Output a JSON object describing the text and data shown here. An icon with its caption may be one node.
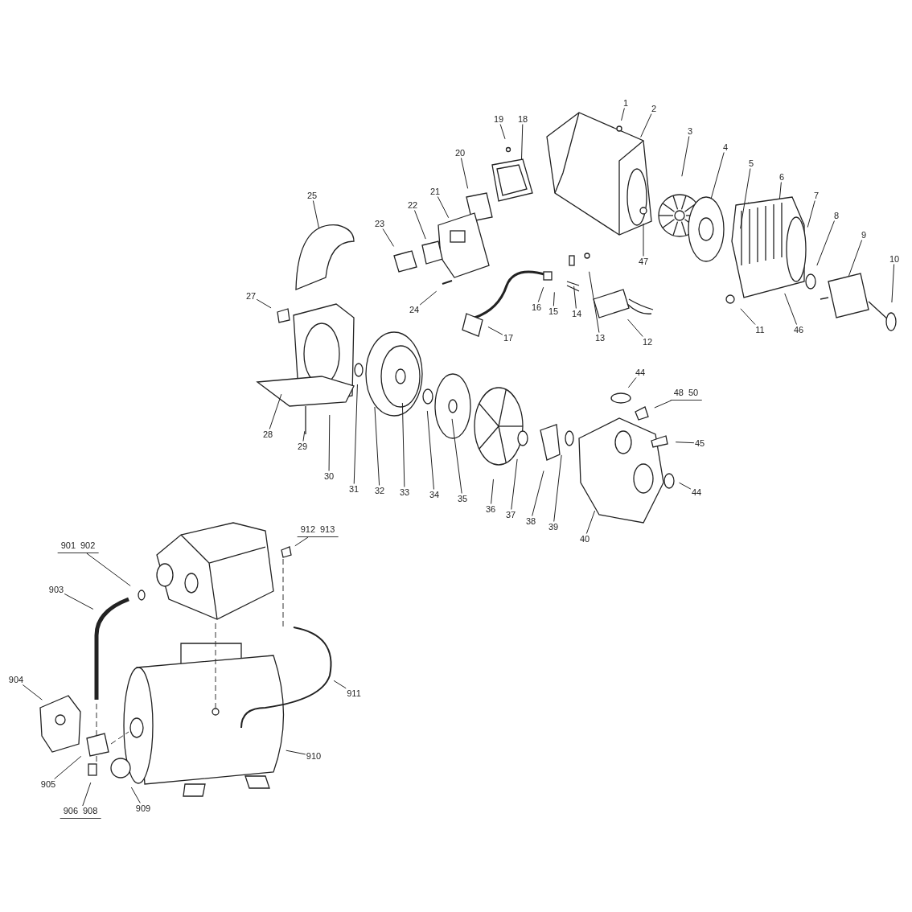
{
  "diagram": {
    "nodes": [
      {
        "text": [
          "1"
        ]
      },
      {
        "text": [
          "2"
        ]
      },
      {
        "text": [
          "3"
        ]
      },
      {
        "text": [
          "4"
        ]
      },
      {
        "text": [
          "5"
        ]
      },
      {
        "text": [
          "6"
        ]
      },
      {
        "text": [
          "7"
        ]
      },
      {
        "text": [
          "8"
        ]
      },
      {
        "text": [
          "9"
        ]
      },
      {
        "text": [
          "10"
        ]
      },
      {
        "text": [
          "11"
        ]
      },
      {
        "text": [
          "12"
        ]
      },
      {
        "text": [
          "13"
        ]
      },
      {
        "text": [
          "14"
        ]
      },
      {
        "text": [
          "15"
        ]
      },
      {
        "text": [
          "16"
        ]
      },
      {
        "text": [
          "17"
        ]
      },
      {
        "text": [
          "18"
        ]
      },
      {
        "text": [
          "19"
        ]
      },
      {
        "text": [
          "20"
        ]
      },
      {
        "text": [
          "21"
        ]
      },
      {
        "text": [
          "22"
        ]
      },
      {
        "text": [
          "23"
        ]
      },
      {
        "text": [
          "24"
        ]
      },
      {
        "text": [
          "25"
        ]
      },
      {
        "text": [
          "27"
        ]
      },
      {
        "text": [
          "28"
        ]
      },
      {
        "text": [
          "29"
        ]
      },
      {
        "text": [
          "30"
        ]
      },
      {
        "text": [
          "31"
        ]
      },
      {
        "text": [
          "32"
        ]
      },
      {
        "text": [
          "33"
        ]
      },
      {
        "text": [
          "34"
        ]
      },
      {
        "text": [
          "35"
        ]
      },
      {
        "text": [
          "36"
        ]
      },
      {
        "text": [
          "37"
        ]
      },
      {
        "text": [
          "38"
        ]
      },
      {
        "text": [
          "39"
        ]
      },
      {
        "text": [
          "40"
        ]
      },
      {
        "text": [
          "44"
        ]
      },
      {
        "text": [
          "48",
          "50"
        ]
      },
      {
        "text": [
          "45"
        ]
      },
      {
        "text": [
          "44"
        ]
      },
      {
        "text": [
          "46"
        ]
      },
      {
        "text": [
          "47"
        ]
      },
      {
        "text": [
          "901",
          "902"
        ]
      },
      {
        "text": [
          "903"
        ]
      },
      {
        "text": [
          "904"
        ]
      },
      {
        "text": [
          "905"
        ]
      },
      {
        "text": [
          "906",
          "908"
        ]
      },
      {
        "text": [
          "909"
        ]
      },
      {
        "text": [
          "910"
        ]
      },
      {
        "text": [
          "911"
        ]
      },
      {
        "text": [
          "912",
          "913"
        ]
      }
    ],
    "edges": [
      {
        "from": 0,
        "to": null,
        "arrow": "none"
      },
      {
        "from": 1,
        "to": null,
        "arrow": "none"
      },
      {
        "from": 2,
        "to": null,
        "arrow": "none"
      },
      {
        "from": 3,
        "to": null,
        "arrow": "none"
      },
      {
        "from": 4,
        "to": null,
        "arrow": "none"
      },
      {
        "from": 5,
        "to": null,
        "arrow": "none"
      },
      {
        "from": 6,
        "to": null,
        "arrow": "none"
      },
      {
        "from": 7,
        "to": null,
        "arrow": "none"
      },
      {
        "from": 8,
        "to": null,
        "arrow": "none"
      },
      {
        "from": 9,
        "to": null,
        "arrow": "none"
      },
      {
        "from": 10,
        "to": null,
        "arrow": "none"
      },
      {
        "from": 11,
        "to": null,
        "arrow": "none"
      },
      {
        "from": 12,
        "to": null,
        "arrow": "none"
      },
      {
        "from": 13,
        "to": null,
        "arrow": "none"
      },
      {
        "from": 14,
        "to": null,
        "arrow": "none"
      },
      {
        "from": 15,
        "to": null,
        "arrow": "none"
      },
      {
        "from": 16,
        "to": null,
        "arrow": "none"
      },
      {
        "from": 17,
        "to": null,
        "arrow": "none"
      },
      {
        "from": 18,
        "to": null,
        "arrow": "none"
      },
      {
        "from": 19,
        "to": null,
        "arrow": "none"
      },
      {
        "from": 20,
        "to": null,
        "arrow": "none"
      },
      {
        "from": 21,
        "to": null,
        "arrow": "none"
      },
      {
        "from": 22,
        "to": null,
        "arrow": "none"
      },
      {
        "from": 23,
        "to": null,
        "arrow": "none"
      },
      {
        "from": 24,
        "to": null,
        "arrow": "none"
      },
      {
        "from": 25,
        "to": null,
        "arrow": "none"
      },
      {
        "from": 26,
        "to": null,
        "arrow": "none"
      },
      {
        "from": 27,
        "to": null,
        "arrow": "none"
      },
      {
        "from": 28,
        "to": null,
        "arrow": "none"
      },
      {
        "from": 29,
        "to": null,
        "arrow": "none"
      },
      {
        "from": 30,
        "to": null,
        "arrow": "none"
      },
      {
        "from": 31,
        "to": null,
        "arrow": "none"
      },
      {
        "from": 32,
        "to": null,
        "arrow": "none"
      },
      {
        "from": 33,
        "to": null,
        "arrow": "none"
      },
      {
        "from": 34,
        "to": null,
        "arrow": "none"
      },
      {
        "from": 35,
        "to": null,
        "arrow": "none"
      },
      {
        "from": 36,
        "to": null,
        "arrow": "none"
      },
      {
        "from": 37,
        "to": null,
        "arrow": "none"
      },
      {
        "from": 38,
        "to": null,
        "arrow": "none"
      },
      {
        "from": 39,
        "to": null,
        "arrow": "none"
      },
      {
        "from": 40,
        "to": null,
        "arrow": "none"
      },
      {
        "from": 41,
        "to": null,
        "arrow": "none"
      },
      {
        "from": 42,
        "to": null,
        "arrow": "none"
      },
      {
        "from": 43,
        "to": null,
        "arrow": "none"
      },
      {
        "from": 44,
        "to": null,
        "arrow": "none"
      },
      {
        "from": 45,
        "to": null,
        "arrow": "none"
      },
      {
        "from": 46,
        "to": null,
        "arrow": "none"
      },
      {
        "from": 47,
        "to": null,
        "arrow": "none"
      },
      {
        "from": 48,
        "to": null,
        "arrow": "none"
      },
      {
        "from": 49,
        "to": null,
        "arrow": "none"
      },
      {
        "from": 50,
        "to": null,
        "arrow": "none"
      },
      {
        "from": 51,
        "to": null,
        "arrow": "none"
      },
      {
        "from": 52,
        "to": null,
        "arrow": "none"
      },
      {
        "from": 53,
        "to": null,
        "arrow": "none"
      }
    ]
  }
}
